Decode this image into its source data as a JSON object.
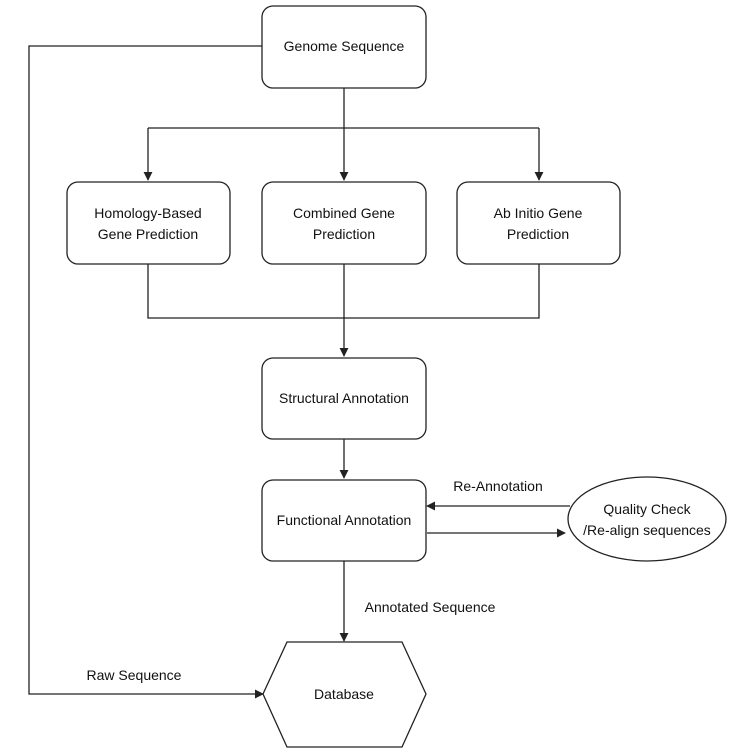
{
  "nodes": {
    "genome": {
      "label": "Genome Sequence"
    },
    "homology": {
      "lines": [
        "Homology-Based",
        "Gene Prediction"
      ]
    },
    "combined": {
      "lines": [
        "Combined Gene",
        "Prediction"
      ]
    },
    "abinitio": {
      "lines": [
        "Ab Initio Gene",
        "Prediction"
      ]
    },
    "structural": {
      "label": "Structural Annotation"
    },
    "functional": {
      "label": "Functional Annotation"
    },
    "quality": {
      "lines": [
        "Quality Check",
        "/Re-align sequences"
      ]
    },
    "database": {
      "label": "Database"
    }
  },
  "edge_labels": {
    "reannotation": "Re-Annotation",
    "annotated": "Annotated Sequence",
    "raw": "Raw Sequence"
  }
}
